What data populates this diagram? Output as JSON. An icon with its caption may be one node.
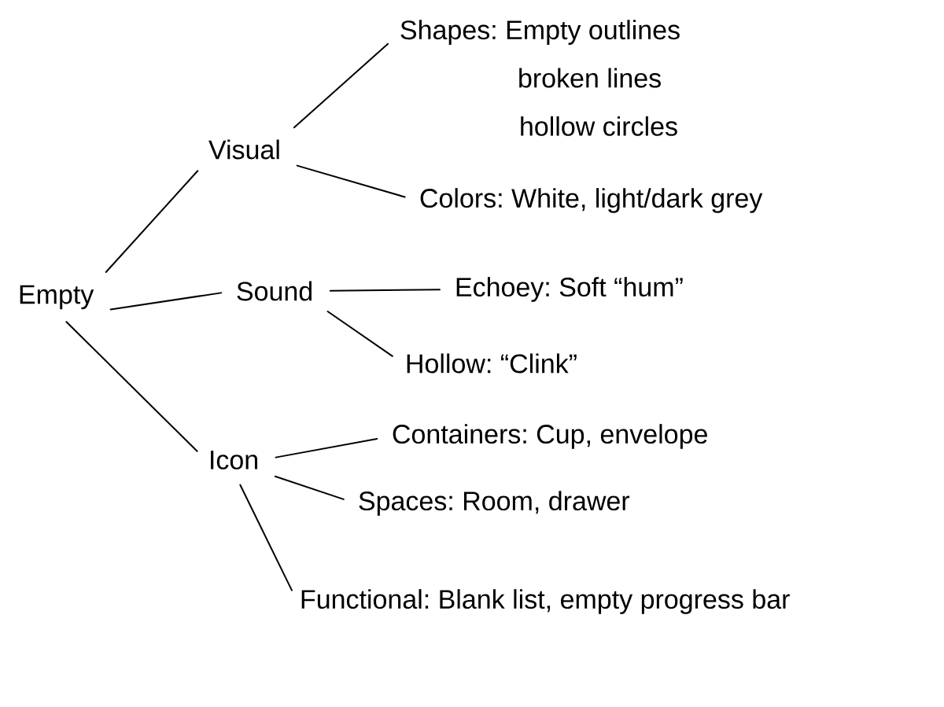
{
  "diagram": {
    "nodes": [
      {
        "text": [
          "Empty"
        ]
      },
      {
        "text": [
          "Visual"
        ]
      },
      {
        "text": [
          "Sound"
        ]
      },
      {
        "text": [
          "Icon"
        ]
      },
      {
        "text": [
          "Shapes: Empty outlines",
          "broken lines",
          "hollow circles"
        ]
      },
      {
        "text": [
          "Colors: White, light/dark grey"
        ]
      },
      {
        "text": [
          "Echoey: Soft “hum”"
        ]
      },
      {
        "text": [
          "Hollow: “Clink”"
        ]
      },
      {
        "text": [
          "Containers: Cup, envelope"
        ]
      },
      {
        "text": [
          "Spaces: Room, drawer"
        ]
      },
      {
        "text": [
          "Functional: Blank list, empty progress bar"
        ]
      }
    ],
    "edges": [
      {
        "from": 0,
        "to": 1,
        "arrow": "none"
      },
      {
        "from": 0,
        "to": 2,
        "arrow": "none"
      },
      {
        "from": 0,
        "to": 3,
        "arrow": "none"
      },
      {
        "from": 1,
        "to": 4,
        "arrow": "none"
      },
      {
        "from": 1,
        "to": 5,
        "arrow": "none"
      },
      {
        "from": 2,
        "to": 6,
        "arrow": "none"
      },
      {
        "from": 2,
        "to": 7,
        "arrow": "none"
      },
      {
        "from": 3,
        "to": 8,
        "arrow": "none"
      },
      {
        "from": 3,
        "to": 9,
        "arrow": "none"
      },
      {
        "from": 3,
        "to": 10,
        "arrow": "none"
      }
    ]
  }
}
